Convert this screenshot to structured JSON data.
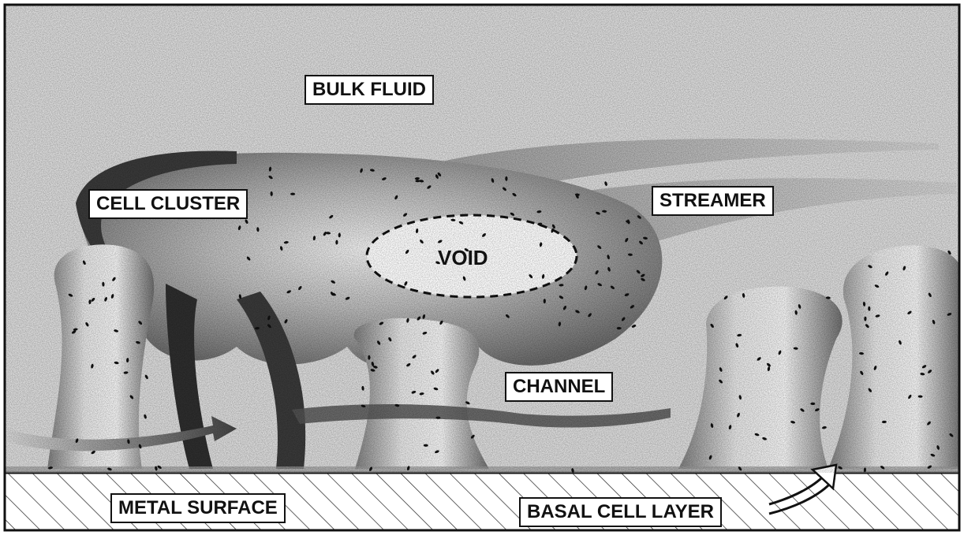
{
  "labels": {
    "bulk_fluid": "BULK FLUID",
    "cell_cluster": "CELL CLUSTER",
    "streamer": "STREAMER",
    "void": "VOID",
    "channel": "CHANNEL",
    "metal_surface": "METAL SURFACE",
    "basal_cell_layer": "BASAL CELL LAYER"
  }
}
